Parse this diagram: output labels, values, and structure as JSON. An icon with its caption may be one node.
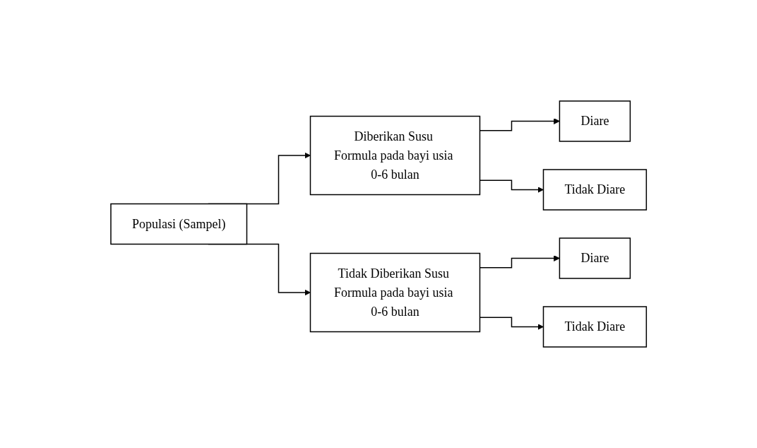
{
  "diagram": {
    "nodes": [
      {
        "text": [
          "Populasi (Sampel)"
        ]
      },
      {
        "text": [
          "Diberikan Susu Formula pada bayi usia 0-6 bulan"
        ]
      },
      {
        "text": [
          "Diare"
        ]
      },
      {
        "text": [
          "Tidak Diare"
        ]
      },
      {
        "text": [
          "Tidak Diberikan Susu Formula pada bayi usia 0-6 bulan"
        ]
      },
      {
        "text": [
          "Diare"
        ]
      },
      {
        "text": [
          "Tidak Diare"
        ]
      }
    ],
    "edges": [
      {
        "from": 0,
        "to": 1,
        "arrow": "to"
      },
      {
        "from": 0,
        "to": 4,
        "arrow": "to"
      },
      {
        "from": 1,
        "to": 2,
        "arrow": "to"
      },
      {
        "from": 1,
        "to": 3,
        "arrow": "to"
      },
      {
        "from": 4,
        "to": 5,
        "arrow": "to"
      },
      {
        "from": 4,
        "to": 6,
        "arrow": "to"
      }
    ]
  }
}
